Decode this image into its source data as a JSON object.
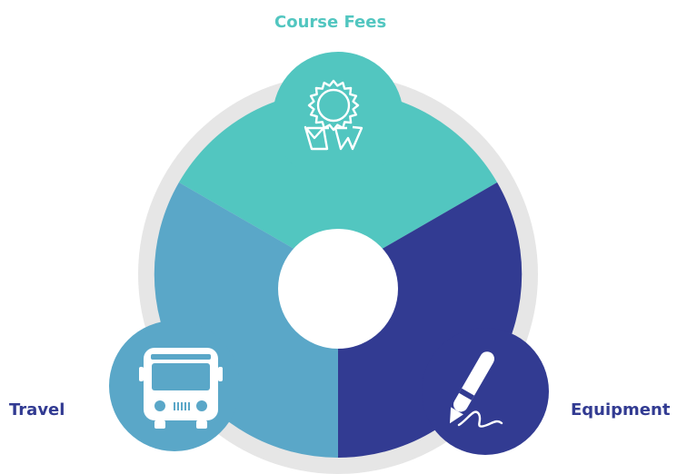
{
  "segments": [
    {
      "id": "course-fees",
      "label": "Course Fees",
      "color": "#52c6c0",
      "icon": "award-ribbon-icon"
    },
    {
      "id": "equipment",
      "label": "Equipment",
      "color": "#323b92",
      "icon": "pen-icon"
    },
    {
      "id": "travel",
      "label": "Travel",
      "color": "#5aa7c8",
      "icon": "bus-icon"
    }
  ],
  "colors": {
    "ring": "#e6e6e6",
    "center": "#ffffff",
    "icon": "#ffffff"
  }
}
